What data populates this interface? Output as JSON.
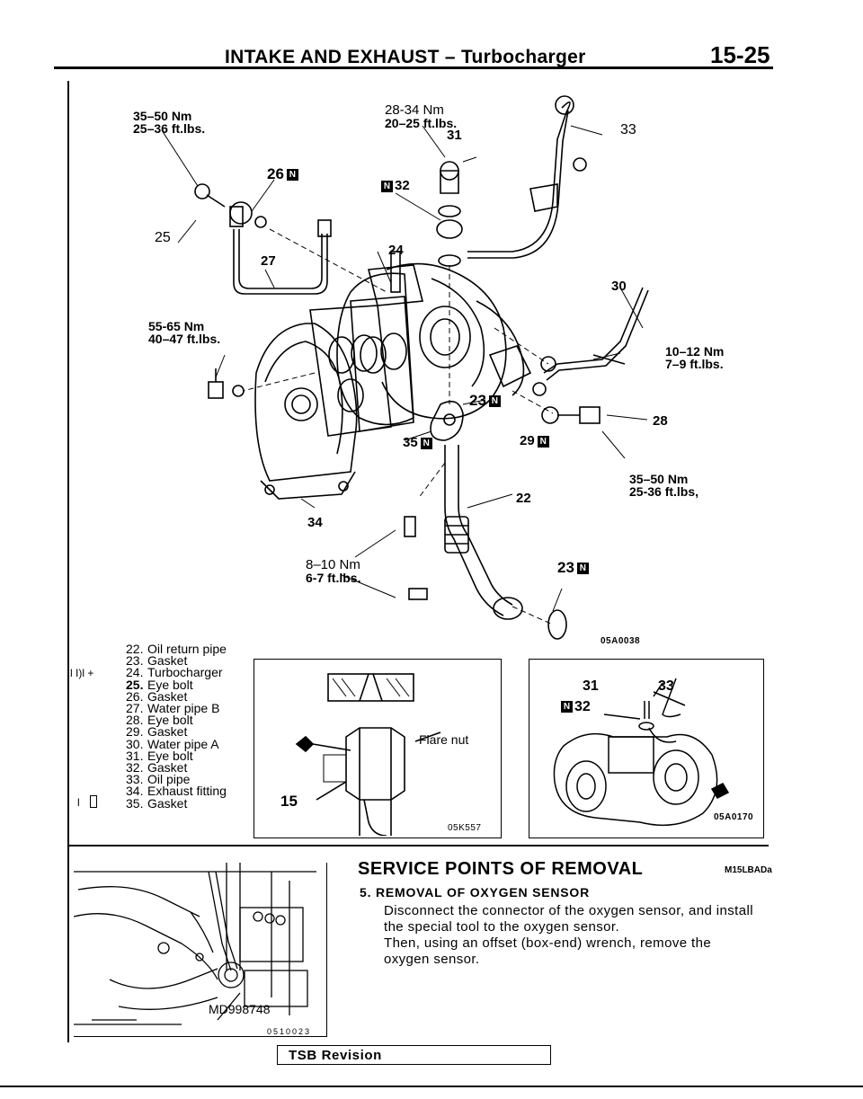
{
  "header": {
    "title": "INTAKE AND EXHAUST – Turbocharger",
    "page_number": "15-25"
  },
  "diagram": {
    "torque_labels": {
      "t25": [
        "35–50 Nm",
        "25–36 ft.lbs."
      ],
      "t31": [
        "28-34 Nm",
        "20–25 ft.lbs."
      ],
      "t_studs": [
        "55-65 Nm",
        "40–47 ft.lbs."
      ],
      "t30": [
        "10–12 Nm",
        "7–9 ft.lbs."
      ],
      "t28": [
        "35–50 Nm",
        "25-36 ft.lbs,"
      ],
      "t22": [
        "8–10 Nm",
        "6-7 ft.lbs."
      ]
    },
    "callouts": {
      "c25": "25",
      "c26": "26",
      "c27": "27",
      "c24": "24",
      "c31": "31",
      "c32": "32",
      "c33": "33",
      "c30": "30",
      "c28": "28",
      "c23a": "23",
      "c29": "29",
      "c35": "35",
      "c22": "22",
      "c34": "34",
      "c23b": "23"
    },
    "n_mark": "N",
    "figure_code": "05A0038"
  },
  "parts_list": {
    "items": [
      {
        "num": "22.",
        "name": "Oil return pipe"
      },
      {
        "num": "23.",
        "name": "Gasket"
      },
      {
        "num": "24.",
        "name": "Turbocharger"
      },
      {
        "num": "25.",
        "name": "Eye bolt"
      },
      {
        "num": "26.",
        "name": "Gasket"
      },
      {
        "num": "27.",
        "name": "Water pipe B"
      },
      {
        "num": "28.",
        "name": "Eye bolt"
      },
      {
        "num": "29.",
        "name": "Gasket"
      },
      {
        "num": "30.",
        "name": "Water pipe A"
      },
      {
        "num": "31.",
        "name": "Eye bolt"
      },
      {
        "num": "32.",
        "name": "Gasket"
      },
      {
        "num": "33.",
        "name": "Oil pipe"
      },
      {
        "num": "34.",
        "name": "Exhaust fitting"
      },
      {
        "num": "35.",
        "name": "Gasket"
      }
    ],
    "marker_24": "l I)l +",
    "marker_33": "l"
  },
  "inset_flare": {
    "label": "Flare nut",
    "callout": "15",
    "code": "05K557"
  },
  "inset_turbo": {
    "c31": "31",
    "c33": "33",
    "c32": "32",
    "code": "05A0170"
  },
  "tool_figure": {
    "tool_label": "MD998748",
    "code": "0510023"
  },
  "service": {
    "title": "SERVICE POINTS OF REMOVAL",
    "code": "M15LBADa",
    "subtitle": "5. REMOVAL OF OXYGEN SENSOR",
    "body_lines": [
      "Disconnect the connector of the oxygen sensor, and install",
      "the special tool to the oxygen sensor.",
      "Then, using an offset (box-end) wrench, remove the",
      "oxygen sensor."
    ]
  },
  "footer": {
    "tsb": "TSB Revision"
  }
}
